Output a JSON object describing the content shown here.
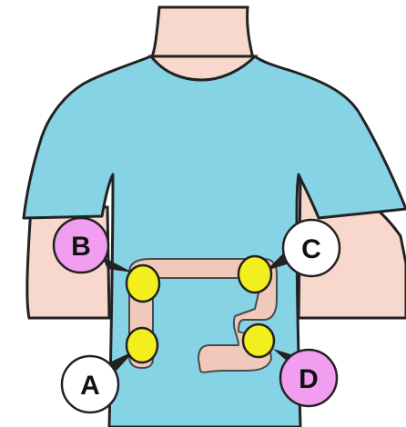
{
  "colors": {
    "skin": "#f8d8cc",
    "shirt": "#87d3e6",
    "outline": "#222222",
    "intestine": "#f6c9b8",
    "point": "#f3ef1e",
    "callout_pink": "#f29ef0",
    "callout_white": "#ffffff"
  },
  "points": [
    {
      "label": "A",
      "callout_color": "white"
    },
    {
      "label": "B",
      "callout_color": "pink"
    },
    {
      "label": "C",
      "callout_color": "white"
    },
    {
      "label": "D",
      "callout_color": "pink"
    }
  ]
}
